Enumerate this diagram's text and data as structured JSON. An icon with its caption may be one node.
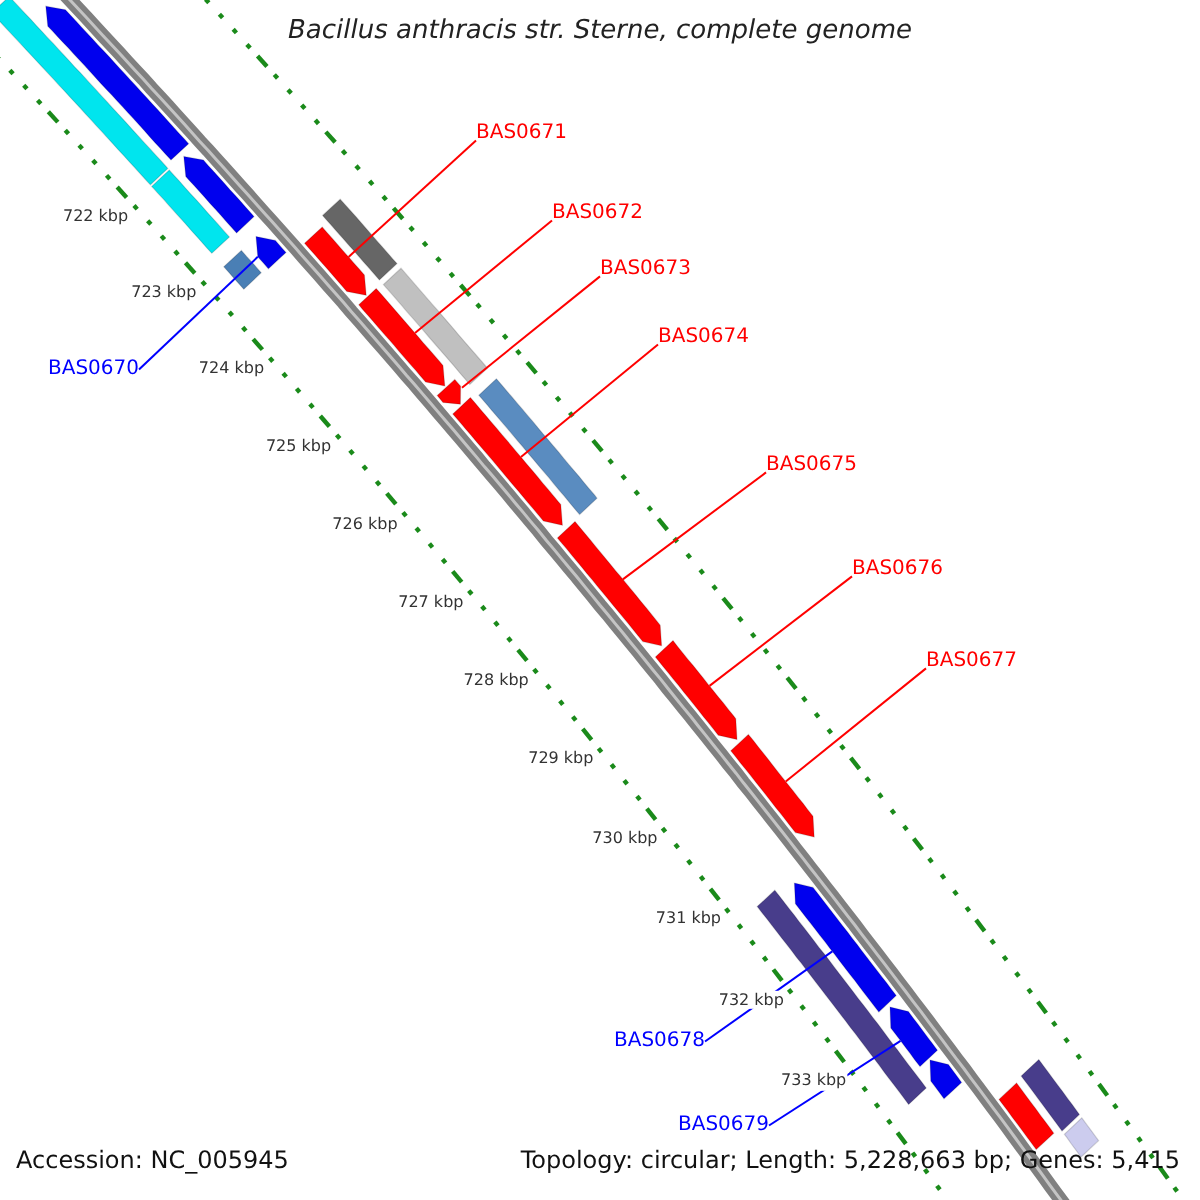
{
  "diagram": {
    "title": "Bacillus anthracis str. Sterne, complete genome",
    "nodes": [
      {
        "text": [
          "BAS0671"
        ]
      },
      {
        "text": [
          "BAS0672"
        ]
      },
      {
        "text": [
          "BAS0673"
        ]
      },
      {
        "text": [
          "BAS0674"
        ]
      },
      {
        "text": [
          "BAS0670"
        ]
      },
      {
        "text": [
          "BAS0675"
        ]
      },
      {
        "text": [
          "BAS0676"
        ]
      },
      {
        "text": [
          "BAS0677"
        ]
      },
      {
        "text": [
          "BAS0678"
        ]
      },
      {
        "text": [
          "BAS0679"
        ]
      },
      {
        "text": [],
        "shape": "arrow"
      },
      {
        "text": [],
        "shape": "arrow"
      },
      {
        "text": [],
        "shape": "arrow"
      },
      {
        "text": [],
        "shape": "arrow"
      },
      {
        "text": [],
        "shape": "arrow"
      },
      {
        "text": [],
        "shape": "arrow"
      },
      {
        "text": [],
        "shape": "arrow"
      },
      {
        "text": [],
        "shape": "arrow"
      },
      {
        "text": [],
        "shape": "arrow"
      },
      {
        "text": [],
        "shape": "arrow"
      },
      {
        "text": [],
        "shape": "arrow"
      },
      {
        "text": [],
        "shape": "arrow"
      },
      {
        "text": [],
        "shape": "box"
      },
      {
        "text": [],
        "shape": "box"
      },
      {
        "text": [],
        "shape": "box"
      },
      {
        "text": [],
        "shape": "box"
      },
      {
        "text": [],
        "shape": "box"
      },
      {
        "text": [],
        "shape": "box"
      },
      {
        "text": [],
        "shape": "box"
      },
      {
        "text": [],
        "shape": "arrow"
      },
      {
        "text": [],
        "shape": "box"
      },
      {
        "text": [],
        "shape": "box"
      },
      {
        "text": [],
        "shape": "box"
      }
    ],
    "edges": [
      {
        "from": 0,
        "to": 10,
        "arrow": "none"
      },
      {
        "from": 1,
        "to": 11,
        "arrow": "none"
      },
      {
        "from": 2,
        "to": 12,
        "arrow": "none"
      },
      {
        "from": 3,
        "to": 13,
        "arrow": "none"
      },
      {
        "from": 4,
        "to": 14,
        "arrow": "none",
        "color": "#0000ff"
      },
      {
        "from": 5,
        "to": 15,
        "arrow": "none"
      },
      {
        "from": 6,
        "to": 16,
        "arrow": "none"
      },
      {
        "from": 7,
        "to": 17,
        "arrow": "none"
      },
      {
        "from": 8,
        "to": 18,
        "arrow": "none",
        "color": "#0000ff"
      },
      {
        "from": 9,
        "to": 19,
        "arrow": "none",
        "color": "#0000ff"
      }
    ],
    "labels": [
      "722 kbp",
      "723 kbp",
      "724 kbp",
      "725 kbp",
      "726 kbp",
      "727 kbp",
      "728 kbp",
      "729 kbp",
      "730 kbp",
      "731 kbp",
      "732 kbp",
      "733 kbp",
      "Accession: NC_005945",
      "Topology: circular; Length: 5,228,663 bp; Genes: 5,415"
    ]
  }
}
